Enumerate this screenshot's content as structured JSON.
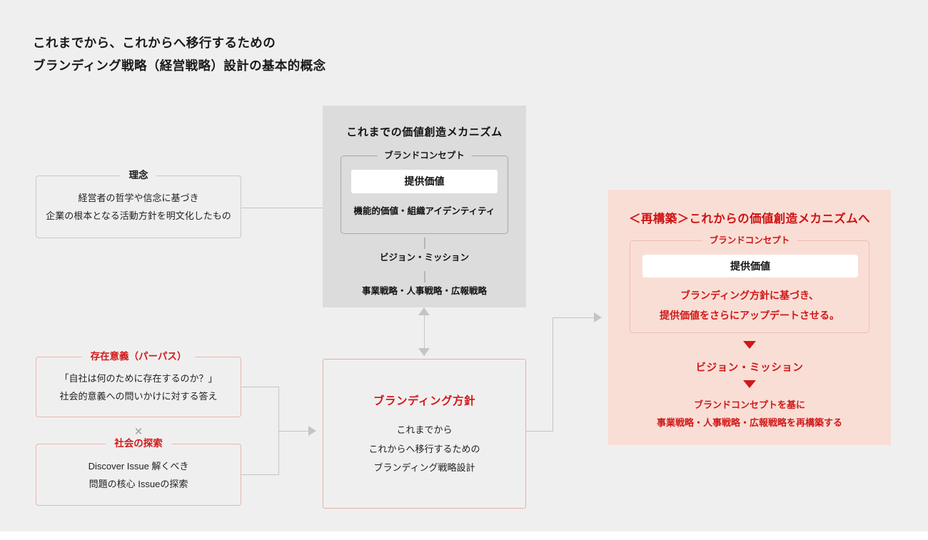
{
  "title": {
    "line1": "これまでから、これからへ移行するための",
    "line2": "ブランディング戦略（経営戦略）設計の基本的概念"
  },
  "philosophy_box": {
    "legend": "理念",
    "line1": "経営者の哲学や信念に基づき",
    "line2": "企業の根本となる活動方針を明文化したもの"
  },
  "purpose_box": {
    "legend": "存在意義（パーパス）",
    "line1": "「自社は何のために存在するのか？」",
    "line2": "社会的意義への問いかけに対する答え"
  },
  "operator": {
    "symbol": "×"
  },
  "society_box": {
    "legend": "社会の探索",
    "line1": "Discover Issue 解くべき",
    "line2": "問題の核心 Issueの探索"
  },
  "past_panel": {
    "title": "これまでの価値創造メカニズム",
    "brand_concept": {
      "legend": "ブランドコンセプト",
      "value": "提供価値",
      "sub": "機能的価値・組織アイデンティティ"
    },
    "vision": "ビジョン・ミッション",
    "strategy": "事業戦略・人事戦略・広報戦略"
  },
  "policy_box": {
    "title": "ブランディング方針",
    "line1": "これまでから",
    "line2": "これからへ移行するための",
    "line3": "ブランディング戦略設計"
  },
  "future_panel": {
    "title": "＜再構築＞これからの価値創造メカニズムへ",
    "brand_concept": {
      "legend": "ブランドコンセプト",
      "value": "提供価値",
      "line1": "ブランディング方針に基づき、",
      "line2": "提供価値をさらにアップデートさせる。"
    },
    "vision": "ビジョン・ミッション",
    "rebuild_line1": "ブランドコンセプトを基に",
    "rebuild_line2": "事業戦略・人事戦略・広報戦略を再構築する"
  },
  "colors": {
    "background": "#f0efef",
    "past_panel_bg": "#dcdcdc",
    "future_panel_bg": "#f9ded6",
    "accent_red": "#d01818",
    "line_gray": "#c4c4c4"
  }
}
